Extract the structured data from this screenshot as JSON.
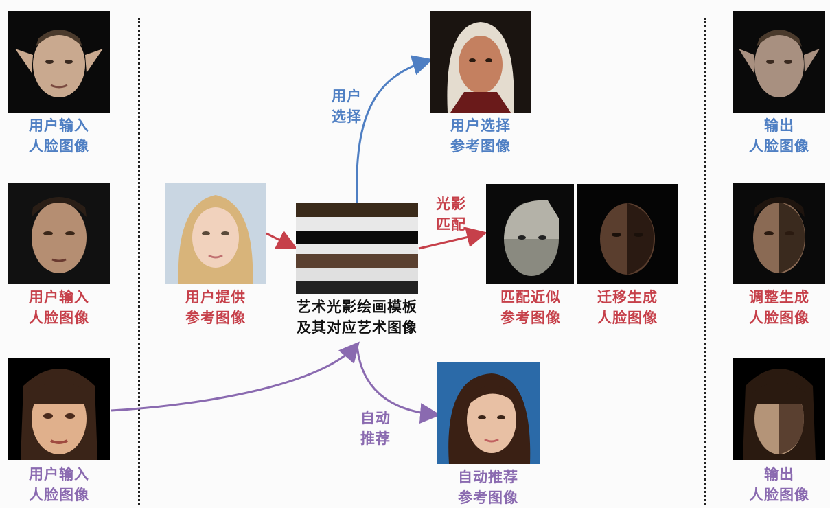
{
  "colors": {
    "blue": "#4f7fc3",
    "red": "#c6404a",
    "purple": "#8a6ab0",
    "divider": "#222222"
  },
  "left": {
    "input1": "用户输入\n人脸图像",
    "input2": "用户输入\n人脸图像",
    "input3": "用户输入\n人脸图像"
  },
  "middle": {
    "user_provided": "用户提供\n参考图像",
    "template": "艺术光影绘画模板\n及其对应艺术图像",
    "user_select_arrow": "用户\n选择",
    "user_selected_ref": "用户选择\n参考图像",
    "light_match_arrow": "光影\n匹配",
    "matched_ref": "匹配近似\n参考图像",
    "transferred_face": "迁移生成\n人脸图像",
    "auto_recommend_arrow": "自动\n推荐",
    "auto_recommended_ref": "自动推荐\n参考图像"
  },
  "right": {
    "output1": "输出\n人脸图像",
    "output2": "调整生成\n人脸图像",
    "output3": "输出\n人脸图像"
  }
}
